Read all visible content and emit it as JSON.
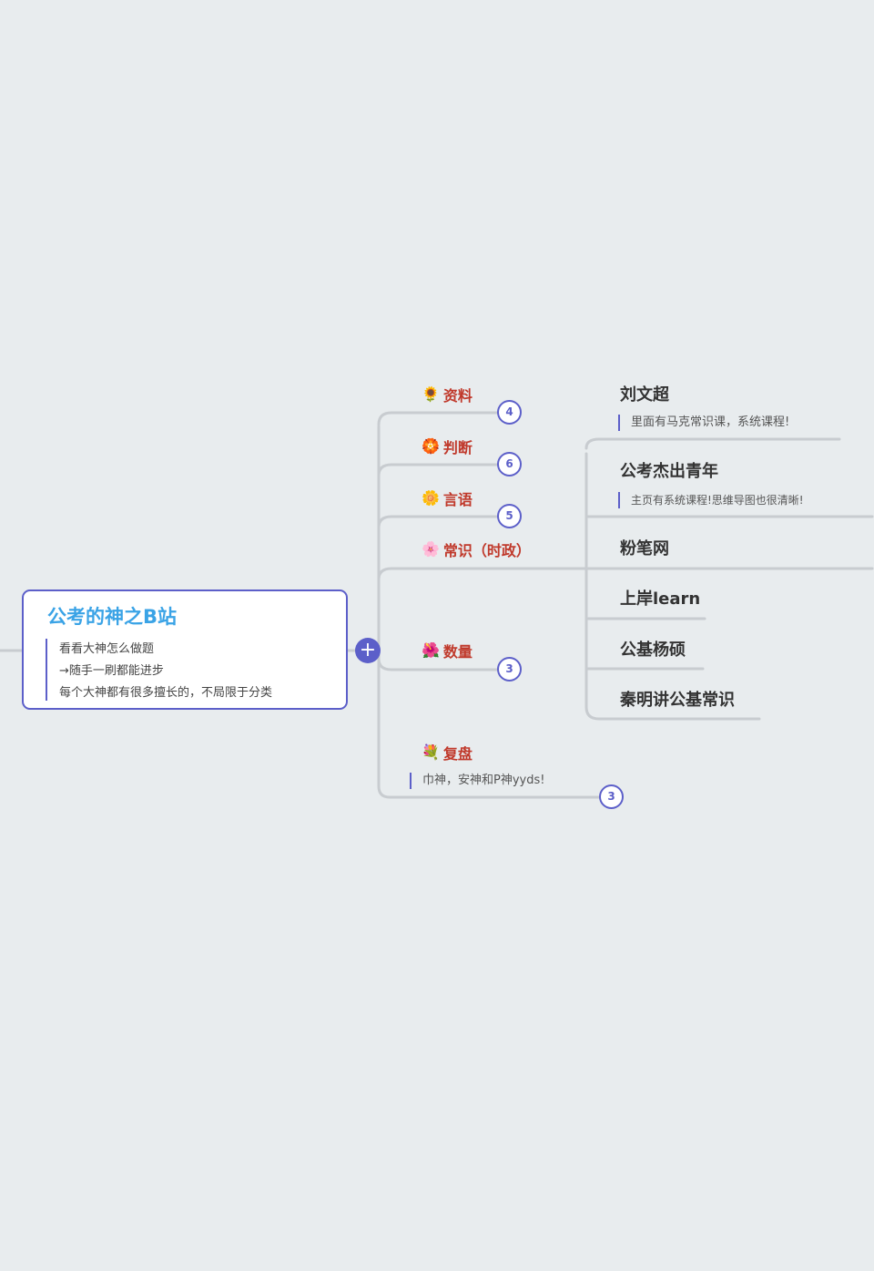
{
  "root": {
    "title": "公考的神之B站",
    "notes": [
      "看看大神怎么做题",
      "→随手一刷都能进步",
      "每个大神都有很多擅长的，不局限于分类"
    ]
  },
  "branches": [
    {
      "label": "资料",
      "icon": "sunflower",
      "count": "4"
    },
    {
      "label": "判断",
      "icon": "orange-flower",
      "count": "6"
    },
    {
      "label": "言语",
      "icon": "yellow-flower",
      "count": "5"
    },
    {
      "label": "常识（时政）",
      "icon": "cherry-blossom"
    },
    {
      "label": "数量",
      "icon": "hibiscus",
      "count": "3"
    },
    {
      "label": "复盘",
      "icon": "bouquet",
      "count": "3",
      "note": "巾神，安神和P神yyds!"
    }
  ],
  "leaves": [
    {
      "label": "刘文超",
      "note": "里面有马克常识课，系统课程!"
    },
    {
      "label": "公考杰出青年",
      "note": "主页有系统课程!思维导图也很清晰!"
    },
    {
      "label": "粉笔网"
    },
    {
      "label": "上岸learn"
    },
    {
      "label": "公基杨硕"
    },
    {
      "label": "秦明讲公基常识"
    }
  ],
  "colors": {
    "accent": "#5c5fc9",
    "root_title": "#3aa3e6",
    "branch_text": "#c0392b",
    "connector": "#c8ccd0",
    "background": "#e8ecee"
  }
}
